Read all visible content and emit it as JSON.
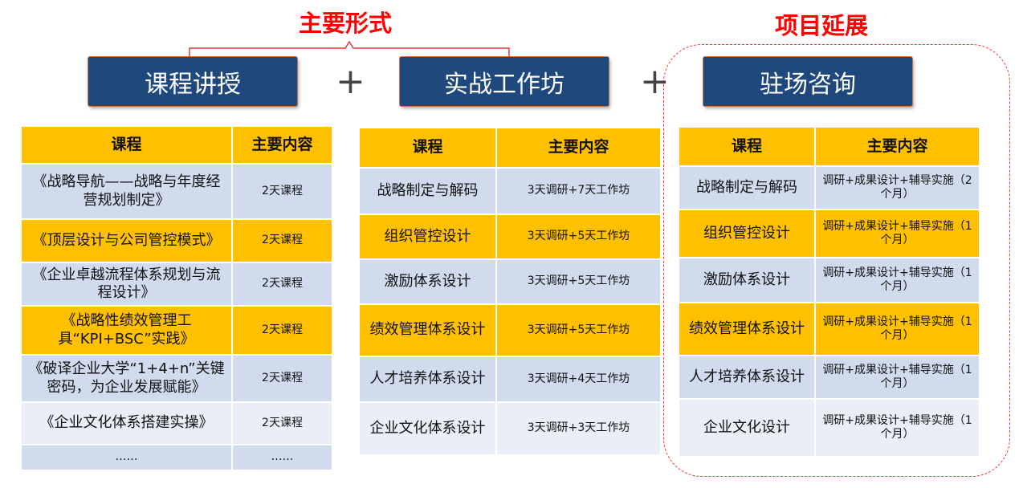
{
  "titles": {
    "main_forms": "主要形式",
    "extension": "项目延展"
  },
  "banners": [
    "课程讲授",
    "实战工作坊",
    "驻场咨询"
  ],
  "plus": "+",
  "headers": {
    "course": "课程",
    "content": "主要内容"
  },
  "courses": [
    {
      "name": "《战略导航——战略与年度经营规划制定》",
      "content": "2天课程"
    },
    {
      "name": "《顶层设计与公司管控模式》",
      "content": "2天课程"
    },
    {
      "name": "《企业卓越流程体系规划与流程设计》",
      "content": "2天课程"
    },
    {
      "name": "《战略性绩效管理工具“KPI+BSC”实践》",
      "content": "2天课程"
    },
    {
      "name": "《破译企业大学“1+4+n”关键密码，为企业发展赋能》",
      "content": "2天课程"
    },
    {
      "name": "《企业文化体系搭建实操》",
      "content": "2天课程"
    },
    {
      "name": "……",
      "content": "……"
    }
  ],
  "workshops": [
    {
      "name": "战略制定与解码",
      "content": "3天调研+7天工作坊"
    },
    {
      "name": "组织管控设计",
      "content": "3天调研+5天工作坊"
    },
    {
      "name": "激励体系设计",
      "content": "3天调研+5天工作坊"
    },
    {
      "name": "绩效管理体系设计",
      "content": "3天调研+5天工作坊"
    },
    {
      "name": "人才培养体系设计",
      "content": "3天调研+4天工作坊"
    },
    {
      "name": "企业文化体系设计",
      "content": "3天调研+3天工作坊"
    }
  ],
  "consulting": [
    {
      "name": "战略制定与解码",
      "content": "调研+成果设计+辅导实施（2个月）"
    },
    {
      "name": "组织管控设计",
      "content": "调研+成果设计+辅导实施（1个月）"
    },
    {
      "name": "激励体系设计",
      "content": "调研+成果设计+辅导实施（1个月）"
    },
    {
      "name": "绩效管理体系设计",
      "content": "调研+成果设计+辅导实施（1个月）"
    },
    {
      "name": "人才培养体系设计",
      "content": "调研+成果设计+辅导实施（1个月）"
    },
    {
      "name": "企业文化设计",
      "content": "调研+成果设计+辅导实施（1个月）"
    }
  ]
}
